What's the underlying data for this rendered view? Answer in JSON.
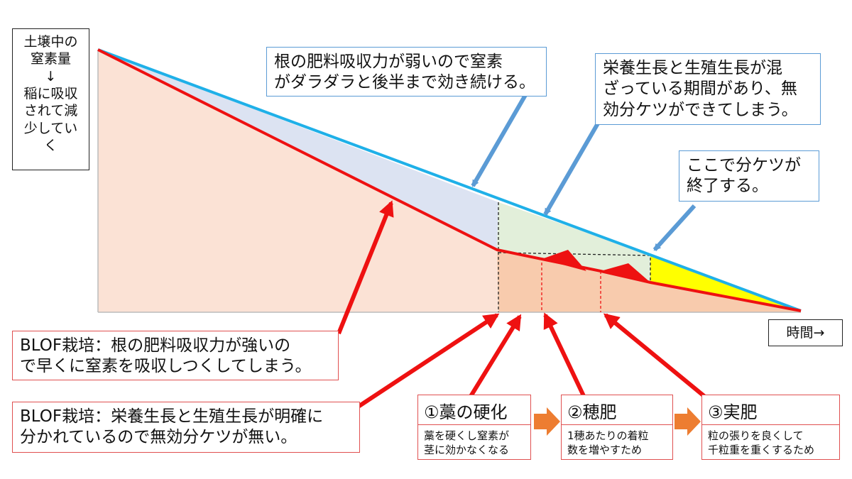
{
  "axes": {
    "y_label": [
      "土壌中の",
      "窒素量",
      "↓",
      "稲に吸収",
      "されて減",
      "少してい",
      "く"
    ],
    "x_label": "時間→"
  },
  "callouts": {
    "conventional_absorb": [
      "根の肥料吸収力が弱いので窒素",
      "がダラダラと後半まで効き続ける。"
    ],
    "conventional_mixed": [
      "栄養生長と生殖生長が混",
      "ざっている期間があり、無",
      "効分ケツができてしまう。"
    ],
    "tillering_end": [
      "ここで分ケツが",
      "終了する。"
    ],
    "blof_absorb": [
      "BLOF栽培：根の肥料吸収力が強いの",
      "で早くに窒素を吸収しつくしてしまう。"
    ],
    "blof_separate": [
      "BLOF栽培：栄養生長と生殖生長が明確に",
      "分かれているので無効分ケツが無い。"
    ]
  },
  "stages": [
    {
      "title": "①藁の硬化",
      "desc": [
        "藁を硬くし窒素が",
        "茎に効かなくなる"
      ]
    },
    {
      "title": "②穂肥",
      "desc": [
        "1穂あたりの着粒",
        "数を増やすため"
      ]
    },
    {
      "title": "③実肥",
      "desc": [
        "粒の張りを良くして",
        "千粒重を重くするため"
      ]
    }
  ],
  "colors": {
    "blue_line": "#1fb0e8",
    "red_line": "#ee1111",
    "blue_fill": "#dce3f2",
    "green_fill": "#e2efda",
    "yellow_fill": "#ffff00",
    "salmon_fill": "#fbe2d5",
    "dark_salmon_fill": "#f8cbad",
    "callout_blue_arrow": "#5b9bd5",
    "stage_arrow": "#ed7d31"
  }
}
